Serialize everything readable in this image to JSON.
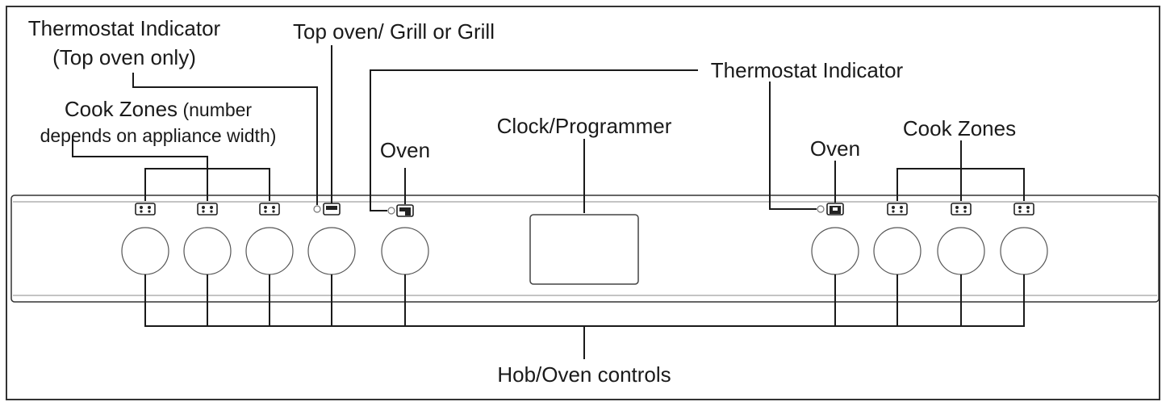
{
  "labels": {
    "thermostat_left_line1": "Thermostat Indicator",
    "thermostat_left_line2": "(Top oven only)",
    "top_oven_grill": "Top oven/ Grill or Grill",
    "cook_zones_left_main": "Cook Zones",
    "cook_zones_left_paren": " (number",
    "cook_zones_left_line2": "depends on appliance width)",
    "oven_left": "Oven",
    "clock_programmer": "Clock/Programmer",
    "thermostat_right": "Thermostat Indicator",
    "oven_right": "Oven",
    "cook_zones_right": "Cook Zones",
    "hob_oven_controls": "Hob/Oven controls"
  },
  "icons": {
    "cook_zone": "cook-zone-icon",
    "grill": "grill-icon",
    "oven": "oven-icon",
    "indicator": "thermostat-indicator-light"
  },
  "colors": {
    "line": "#1a1a1a",
    "background": "#ffffff",
    "knob_outline": "#555555"
  }
}
